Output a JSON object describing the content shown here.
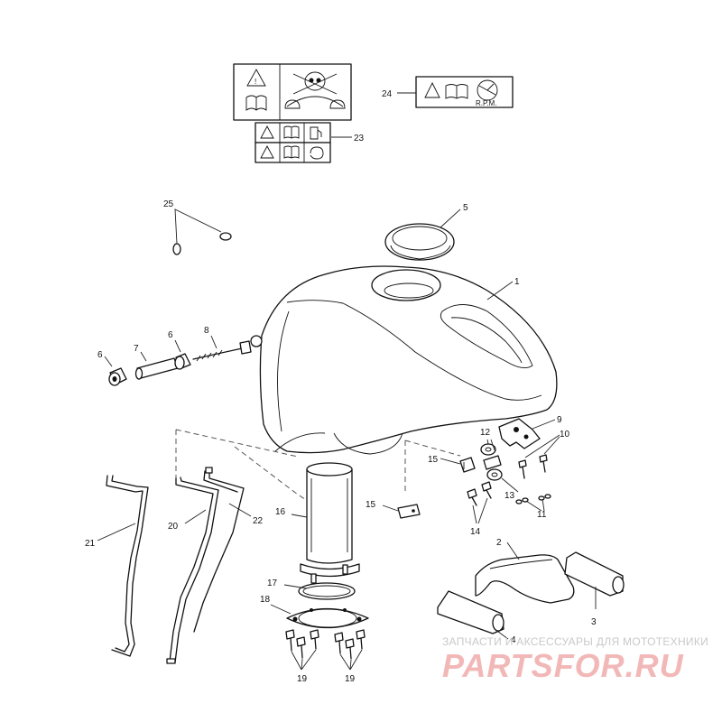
{
  "callouts": {
    "c1": "1",
    "c2": "2",
    "c3": "3",
    "c4": "4",
    "c5": "5",
    "c6a": "6",
    "c6b": "6",
    "c7": "7",
    "c8": "8",
    "c9": "9",
    "c10": "10",
    "c11": "11",
    "c12": "12",
    "c13": "13",
    "c14": "14",
    "c15a": "15",
    "c15b": "15",
    "c16": "16",
    "c17": "17",
    "c18": "18",
    "c19a": "19",
    "c19b": "19",
    "c20": "20",
    "c21": "21",
    "c22": "22",
    "c23": "23",
    "c24": "24",
    "c25": "25"
  },
  "labels": {
    "rpm": "R.P.M."
  },
  "watermark": {
    "tagline": "ЗАПЧАСТИ И АКСЕССУАРЫ ДЛЯ МОТОТЕХНИКИ",
    "logo": "PARTSFOR.RU"
  }
}
